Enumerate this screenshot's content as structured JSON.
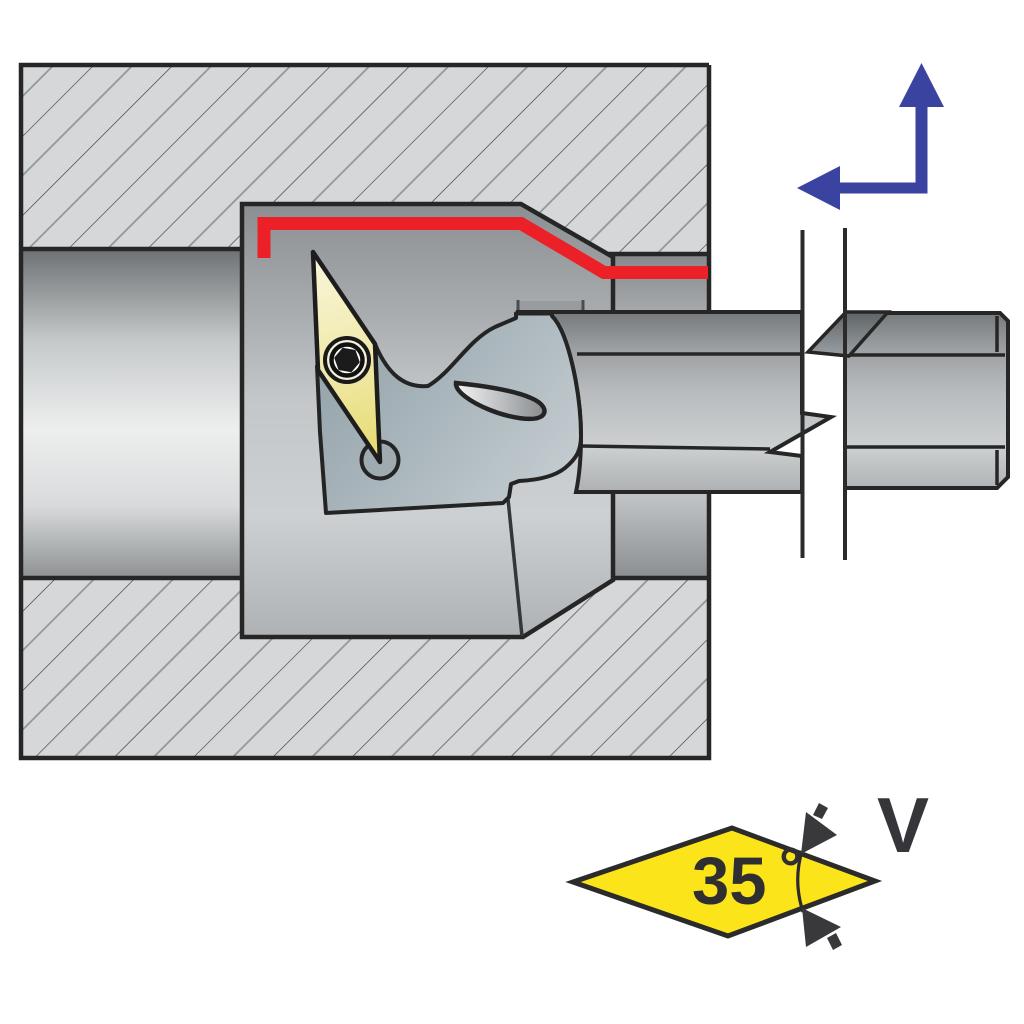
{
  "diagram": {
    "description": "Internal turning (boring bar) tool cutting a bore, side cross-section",
    "insert_symbol": {
      "angle_value": "35",
      "degree_sign": "°",
      "designation": "V"
    },
    "colors": {
      "machined_surface_red": "#EB2127",
      "feed_arrow_blue": "#3B43A1",
      "insert_symbol_yellow": "#FBE41A",
      "insert_yellow": "#EFE8A2",
      "workpiece_gray": "#D5D7D9",
      "outline_dark": "#262626",
      "label_dark": "#36363A"
    },
    "elements": {
      "workpiece": "hatched cross-section with bore",
      "tool": "boring bar with cartridge and V-insert",
      "screw": "hex-socket clamp screw",
      "break_symbol": "shank break lines",
      "arrows": "feed direction up and left"
    }
  }
}
